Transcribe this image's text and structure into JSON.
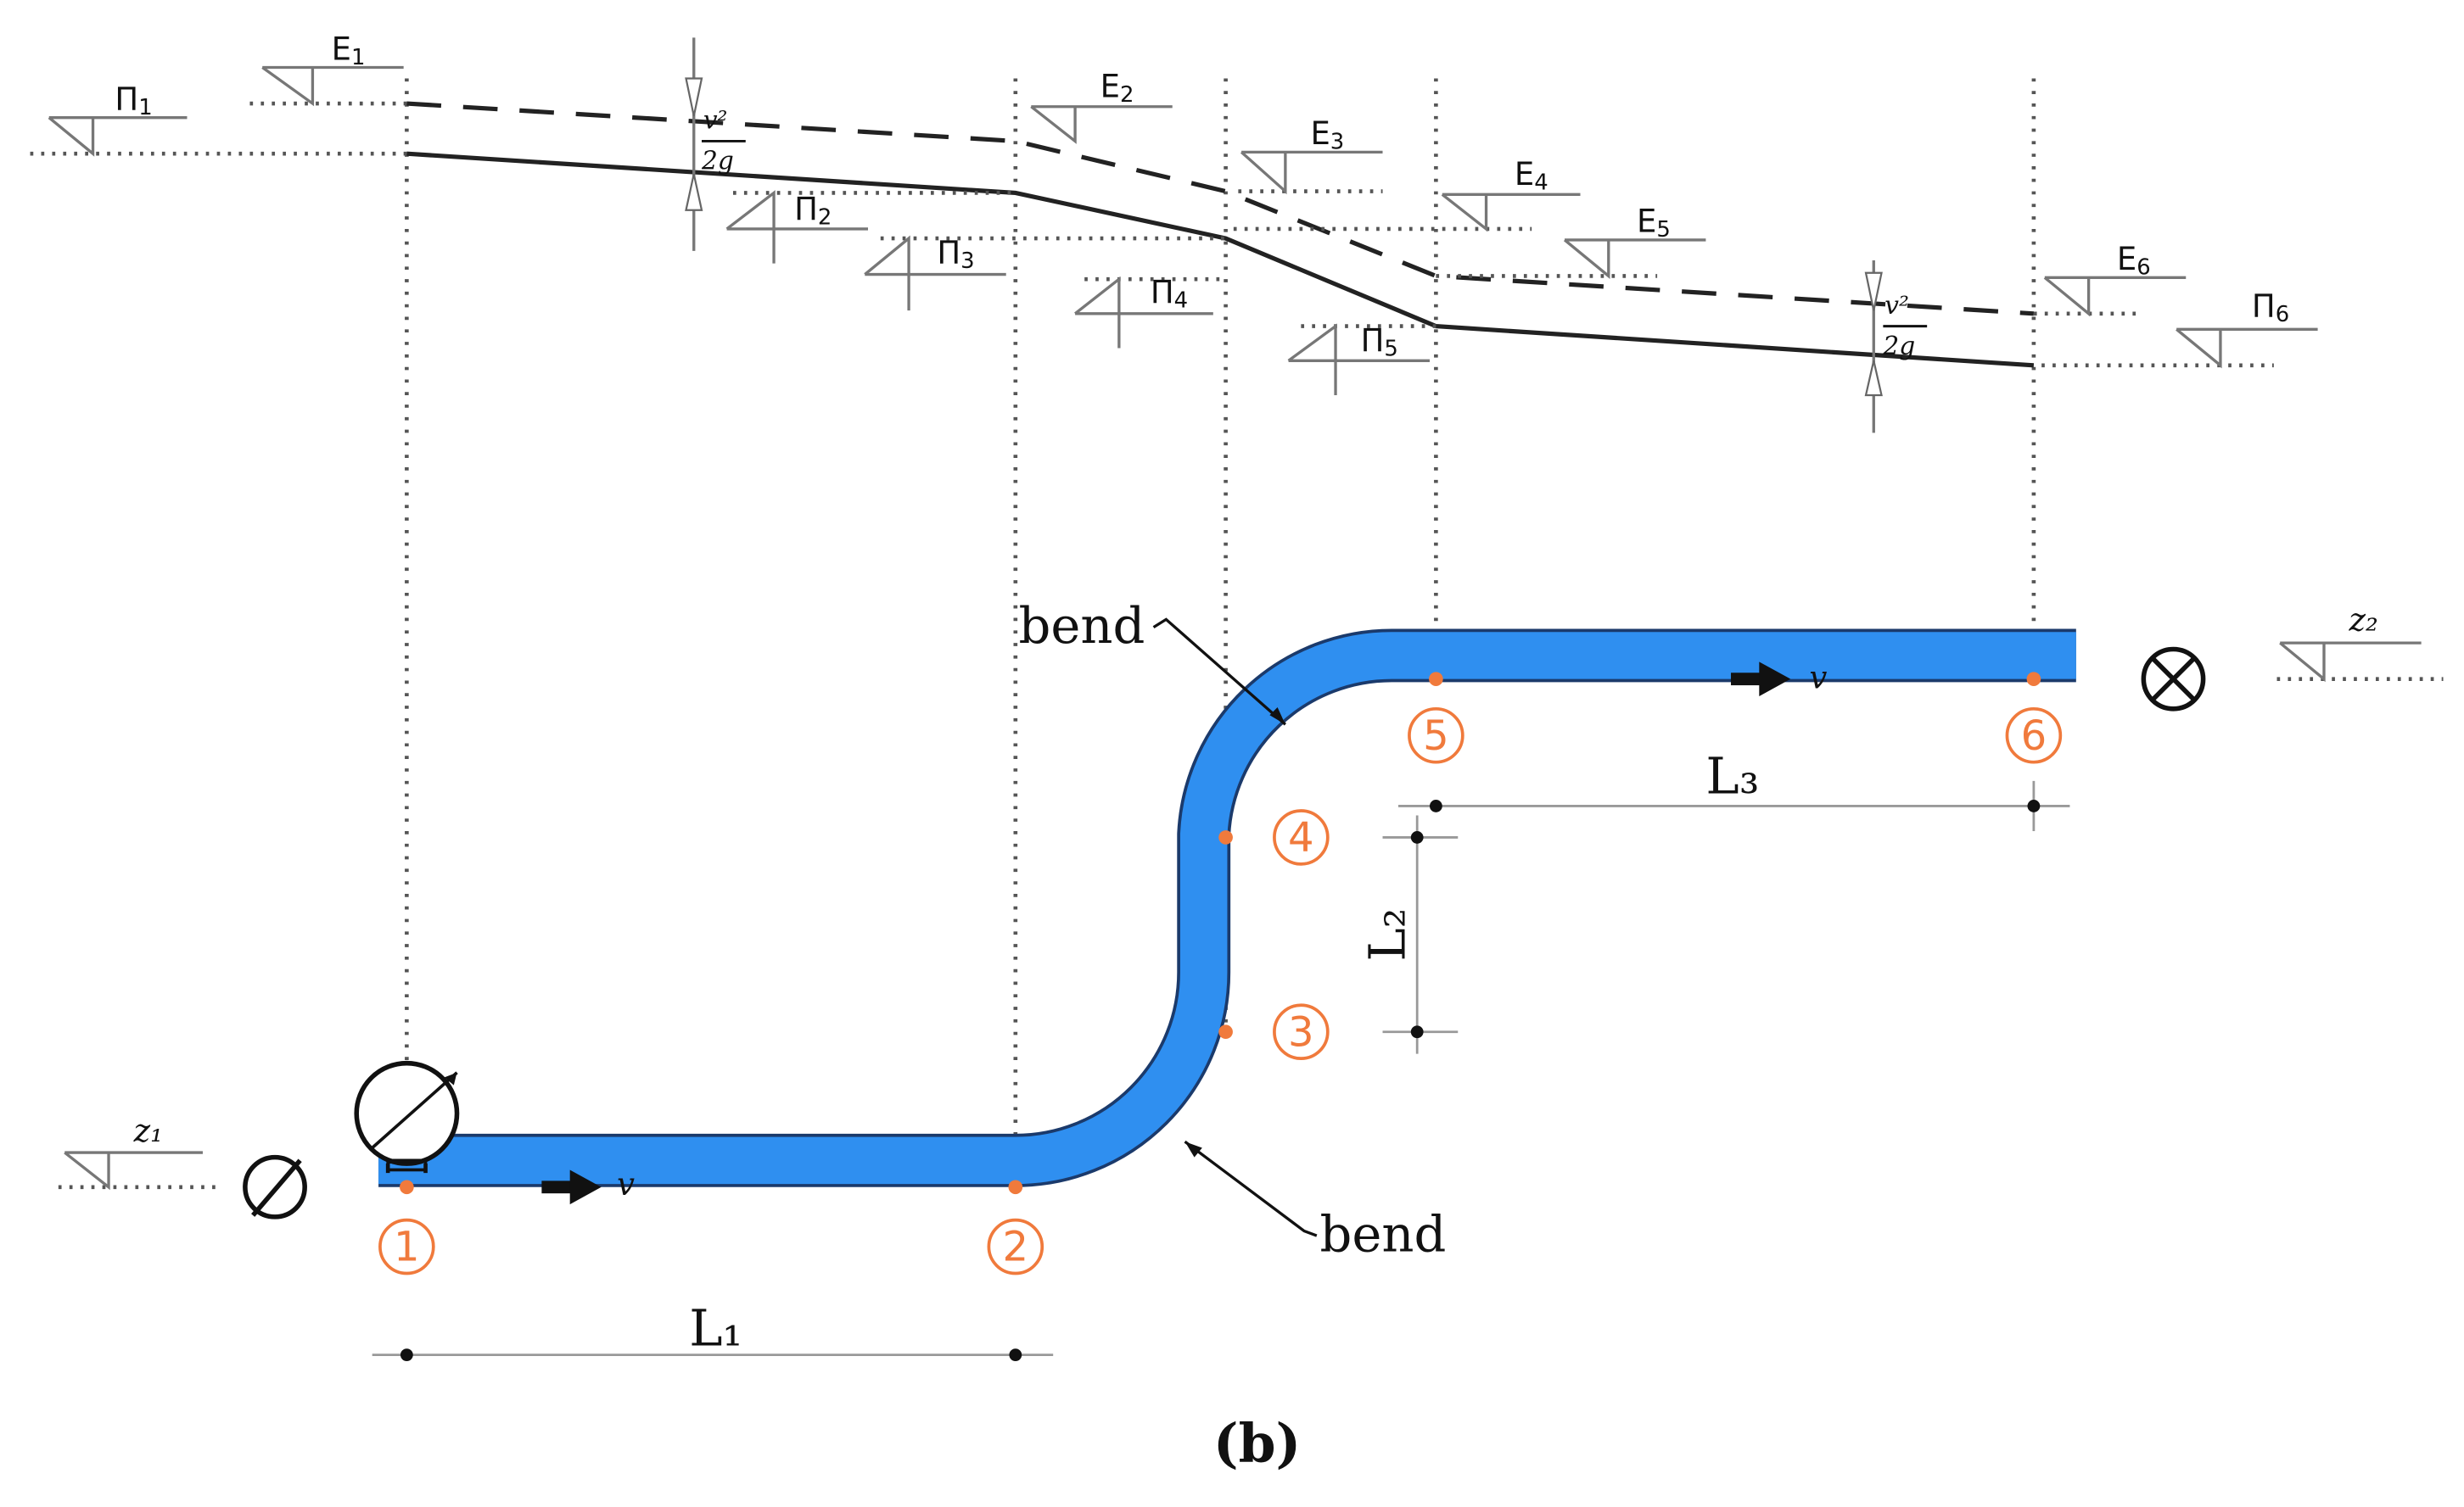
{
  "colors": {
    "pipe_fill": "#2f8ff0",
    "pipe_edge": "#1b3a6b",
    "point_marker": "#f07a3c",
    "line": "#222222"
  },
  "energy_labels": {
    "main": "E",
    "subs": [
      "1",
      "2",
      "3",
      "4",
      "5",
      "6"
    ]
  },
  "piezo_labels": {
    "main": "Π",
    "subs": [
      "1",
      "2",
      "3",
      "4",
      "5",
      "6"
    ]
  },
  "velocity_head": {
    "numerator": "v²",
    "denominator": "2g"
  },
  "elevation_labels": {
    "z1": "z₁",
    "z2": "z₂"
  },
  "point_numbers": [
    "1",
    "2",
    "3",
    "4",
    "5",
    "6"
  ],
  "velocity_symbol": "v",
  "bend_label": "bend",
  "lengths": {
    "L1": "L₁",
    "L2": "L₂",
    "L3": "L₃"
  },
  "caption": "(b)",
  "icons": [
    "pressure-gauge-icon",
    "inlet-valve-icon",
    "outlet-valve-icon",
    "flow-arrow-icon"
  ]
}
